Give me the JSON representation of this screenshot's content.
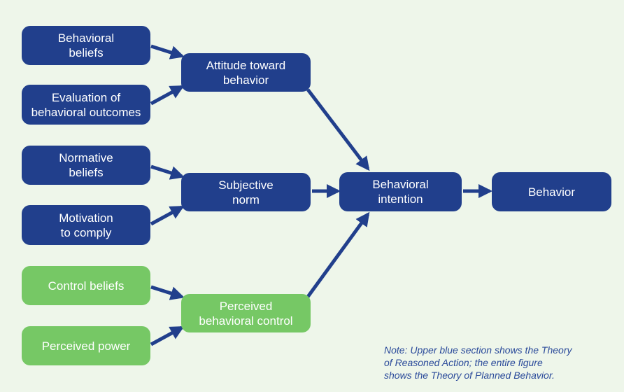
{
  "colors": {
    "background": "#eef6ea",
    "blue_box": "#213f8c",
    "green_box": "#76c865",
    "arrow": "#213f8c",
    "note_text": "#2a4a9a"
  },
  "nodes": {
    "behavioral_beliefs": "Behavioral\nbeliefs",
    "evaluation_outcomes": "Evaluation of\nbehavioral outcomes",
    "normative_beliefs": "Normative\nbeliefs",
    "motivation_to_comply": "Motivation\nto comply",
    "control_beliefs": "Control beliefs",
    "perceived_power": "Perceived power",
    "attitude": "Attitude toward\nbehavior",
    "subjective_norm": "Subjective\nnorm",
    "perceived_control": "Perceived\nbehavioral control",
    "intention": "Behavioral\nintention",
    "behavior": "Behavior"
  },
  "note": "Note: Upper blue section shows the Theory\nof Reasoned Action; the entire figure\nshows the Theory of Planned Behavior."
}
